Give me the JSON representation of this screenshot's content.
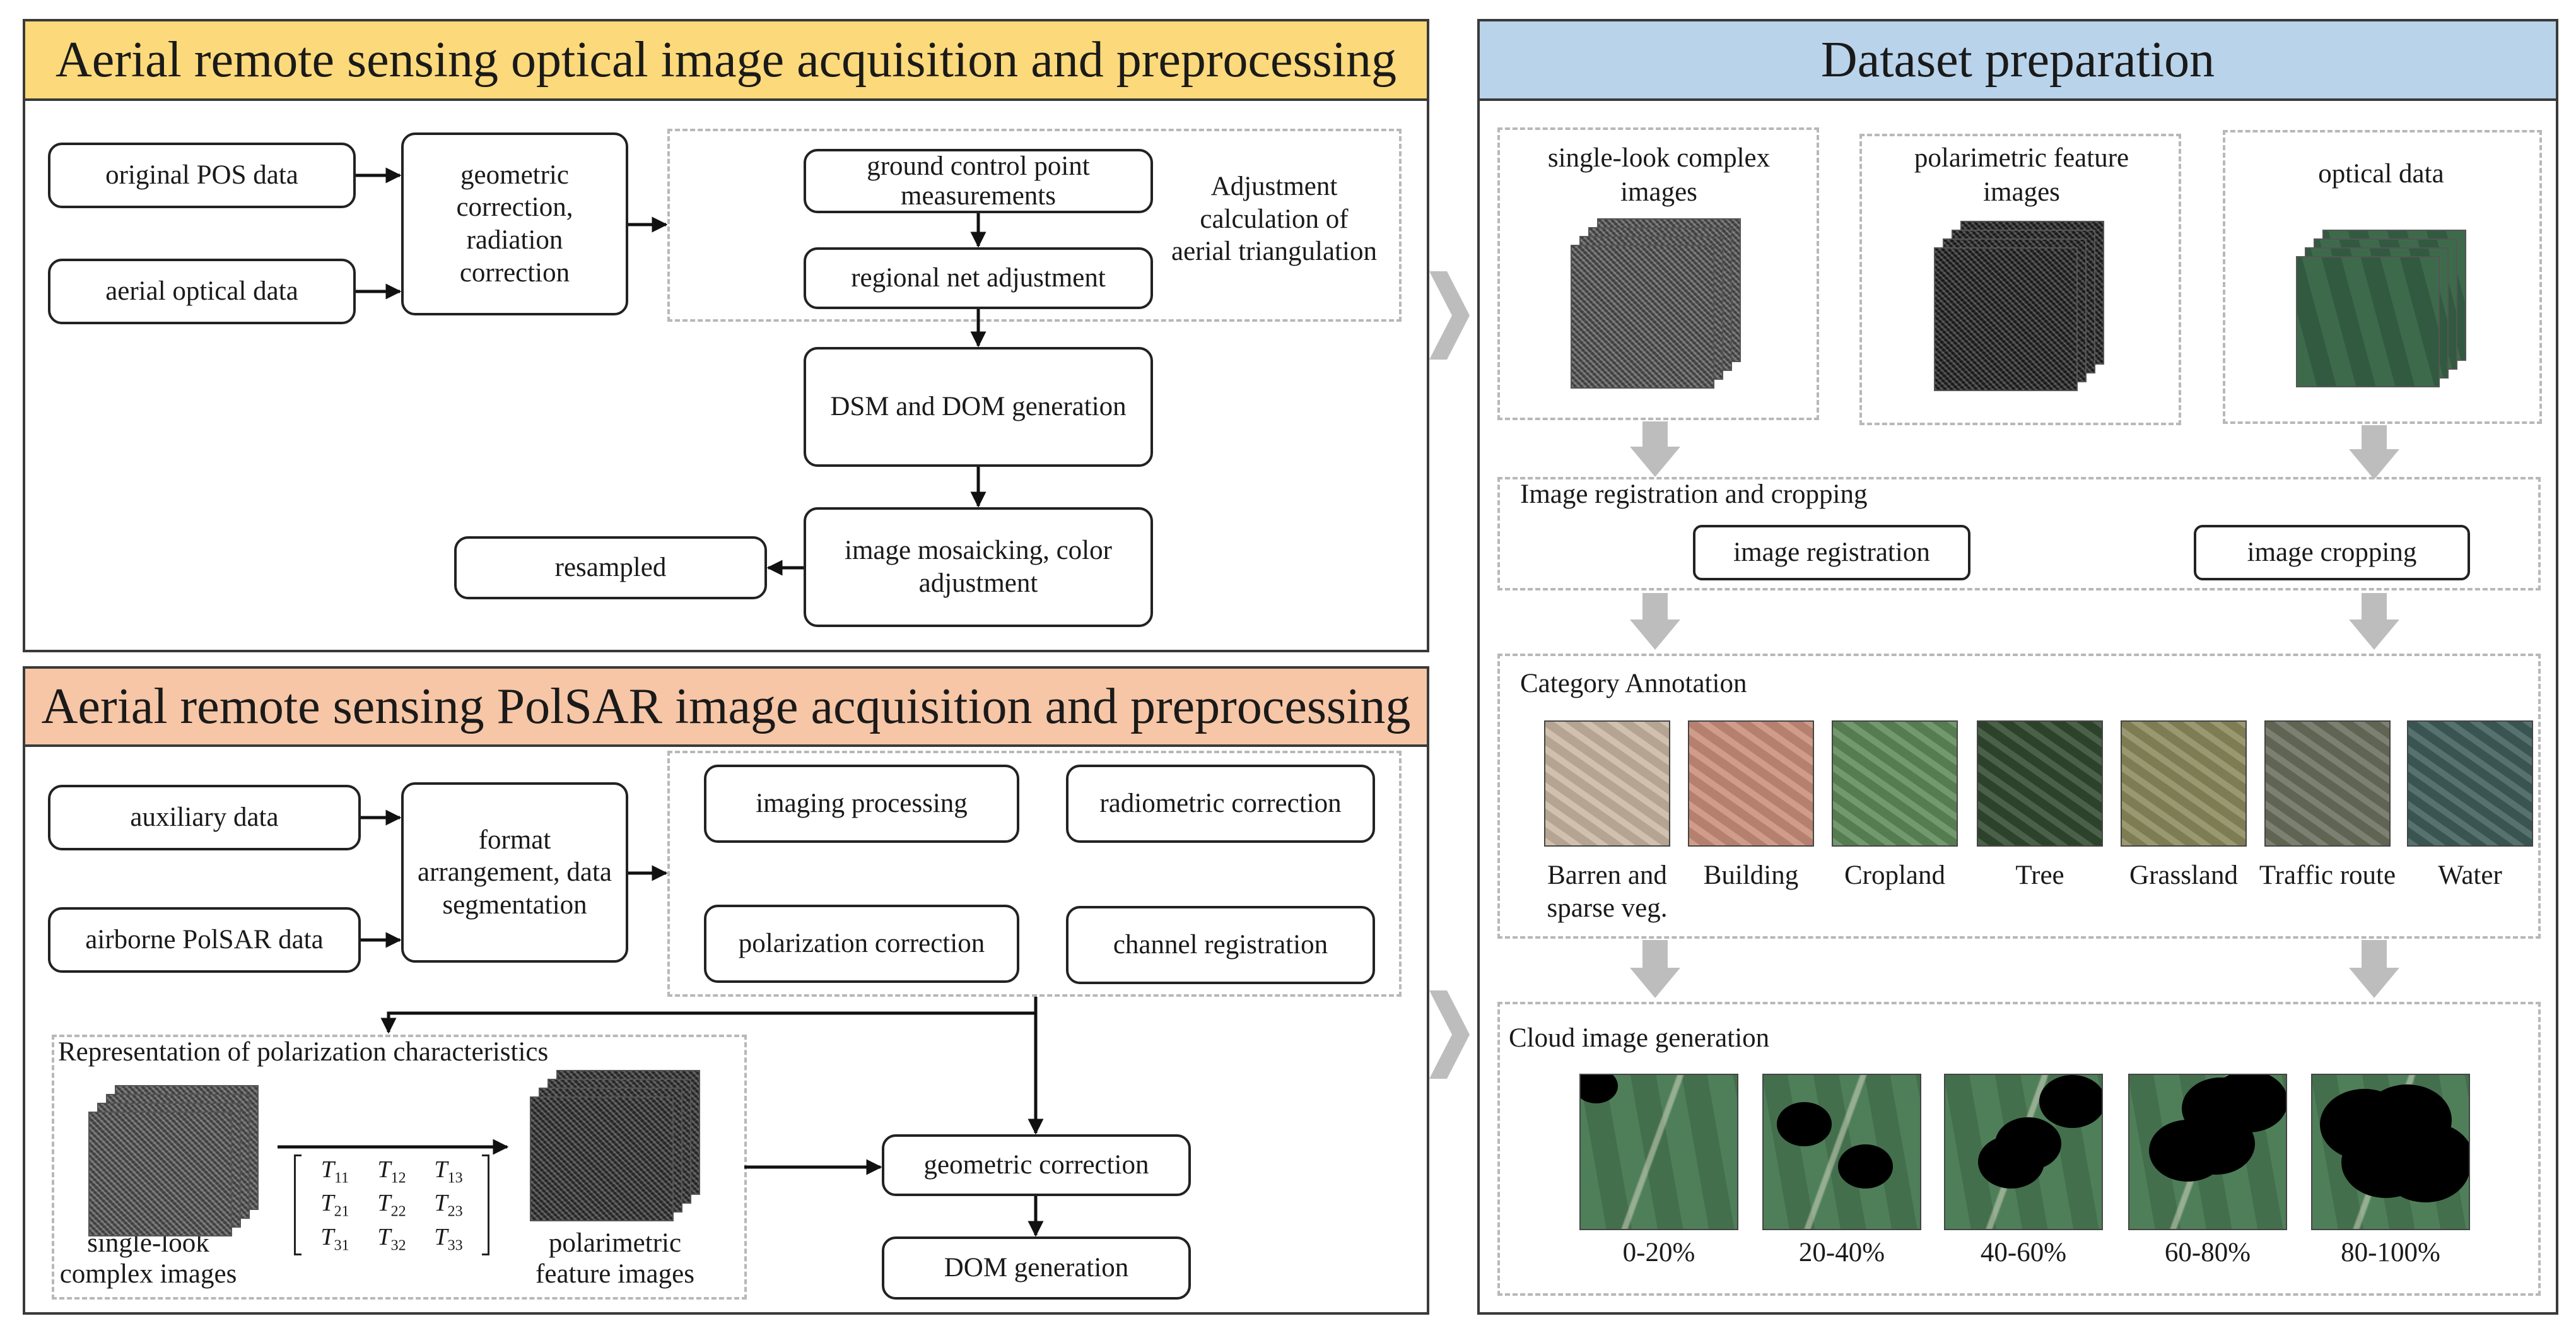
{
  "optical": {
    "title": "Aerial remote sensing optical image acquisition and preprocessing",
    "original_pos": "original POS data",
    "aerial_optical": "aerial optical data",
    "geo_rad": "geometric correction, radiation correction",
    "gcp": "ground control point measurements",
    "regional": "regional net adjustment",
    "adj_label": "Adjustment calculation of aerial triangulation",
    "dsm": "DSM and DOM generation",
    "mosaic": "image mosaicking, color adjustment",
    "resampled": "resampled"
  },
  "polsar": {
    "title": "Aerial remote sensing PolSAR image acquisition and preprocessing",
    "auxiliary": "auxiliary data",
    "airborne": "airborne PolSAR data",
    "format": "format arrangement, data segmentation",
    "imaging": "imaging processing",
    "radiometric": "radiometric correction",
    "polarization": "polarization correction",
    "channel": "channel registration",
    "repr_label": "Representation of polarization characteristics",
    "slc_label": "single-look complex images",
    "pol_label": "polarimetric feature images",
    "geo": "geometric correction",
    "dom": "DOM generation",
    "matrix": [
      "T11",
      "T12",
      "T13",
      "T21",
      "T22",
      "T23",
      "T31",
      "T32",
      "T33"
    ]
  },
  "dataset": {
    "title": "Dataset preparation",
    "slc": "single-look complex images",
    "pol": "polarimetric feature images",
    "optical": "optical data",
    "reg_crop_title": "Image registration and cropping",
    "reg": "image registration",
    "crop": "image cropping",
    "annot_title": "Category Annotation",
    "categories": [
      {
        "label": "Barren and sparse veg.",
        "color": "#c9b7a3"
      },
      {
        "label": "Building",
        "color": "#c98f7a"
      },
      {
        "label": "Cropland",
        "color": "#5f8a5a"
      },
      {
        "label": "Tree",
        "color": "#324a30"
      },
      {
        "label": "Grassland",
        "color": "#8c8a5c"
      },
      {
        "label": "Traffic route",
        "color": "#6b6f5c"
      },
      {
        "label": "Water",
        "color": "#3f5e5a"
      }
    ],
    "cloud_title": "Cloud image generation",
    "clouds": [
      {
        "label": "0-20%",
        "coverage": 0.1
      },
      {
        "label": "20-40%",
        "coverage": 0.3
      },
      {
        "label": "40-60%",
        "coverage": 0.5
      },
      {
        "label": "60-80%",
        "coverage": 0.7
      },
      {
        "label": "80-100%",
        "coverage": 0.9
      }
    ]
  },
  "colors": {
    "optical_header": "#fcd97a",
    "polsar_header": "#f6c6a6",
    "dataset_header": "#b9d3ea",
    "chevron": "#bdbdbd",
    "grey_arrow": "#bdbdbd"
  }
}
